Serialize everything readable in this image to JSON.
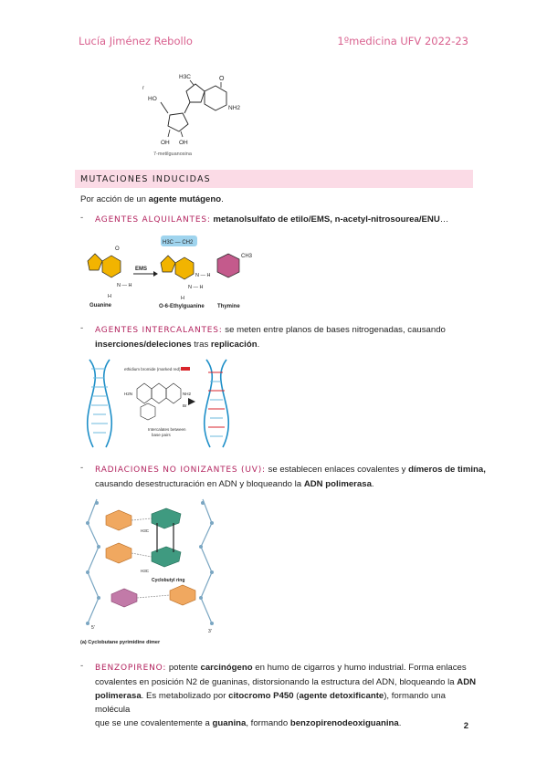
{
  "header": {
    "author": "Lucía Jiménez Rebollo",
    "course": "1ºmedicina UFV 2022-23"
  },
  "fig1": {
    "caption": "7-metilguanosina",
    "labels": {
      "ch3": "H3C",
      "oh1": "OH",
      "oh2": "OH",
      "ho": "HO",
      "nh2": "NH2",
      "o": "O",
      "r": "r"
    }
  },
  "section": {
    "title": "MUTACIONES INDUCIDAS"
  },
  "intro": {
    "pre": "Por acción de un ",
    "bold": "agente mutágeno",
    "post": "."
  },
  "bullets": [
    {
      "term": "AGENTES ALQUILANTES:",
      "rest_bold": "metanolsulfato de etilo/EMS, n-acetyl-nitrosourea/ENU",
      "rest_post": "…"
    },
    {
      "term": "AGENTES INTERCALANTES:",
      "t1": "se meten entre planos de bases nitrogenadas, causando",
      "b1": "inserciones/deleciones",
      "t2": " tras ",
      "b2": "replicación",
      "t3": "."
    },
    {
      "term": "RADIACIONES NO IONIZANTES (UV):",
      "t1": "se establecen enlaces covalentes y ",
      "b1": "dímeros de timina,",
      "t2": "causando desestructuración en ADN y bloqueando la ",
      "b2": "ADN polimerasa",
      "t3": "."
    },
    {
      "term": "BENZOPIRENO:",
      "t1": "potente ",
      "b1": "carcinógeno",
      "t2": " en humo de cigarros y humo industrial. Forma enlaces",
      "line2": "covalentes en posición N2 de guaninas, distorsionando la estructura del ADN, bloqueando la ",
      "b2": "ADN",
      "b3": "polimerasa",
      "t3": ". Es metabolizado por ",
      "b4": "citocromo P450",
      "t4": " (",
      "b5": "agente detoxificante",
      "t5": "), formando una molécula",
      "line4": "que se une covalentemente a ",
      "b6": "guanina",
      "t6": ", formando ",
      "b7": "benzopirenodeoxiguanina",
      "t7": "."
    }
  ],
  "fig2": {
    "guanine": "Guanine",
    "ems": "EMS",
    "o6": "O-6-Ethylguanine",
    "thymine": "Thymine",
    "ethyl": "H3C — CH2",
    "ch3": "CH3"
  },
  "fig3": {
    "label_top": "ethidium bromide (marked red)",
    "label_bottom1": "Intercalates between",
    "label_bottom2": "base pairs",
    "h2n": "H2N",
    "nh2": "NH2",
    "br": "Br"
  },
  "fig4": {
    "ring": "Cyclobutyl ring",
    "caption": "(a) Cyclobutane pyrimidine dimer",
    "five1": "5'",
    "five2": "3'",
    "h3c1": "H3C",
    "h3c2": "H3C"
  },
  "page": {
    "number": "2"
  },
  "colors": {
    "accent": "#d9618f",
    "term": "#b3245f",
    "bar": "#fbdbe6"
  }
}
